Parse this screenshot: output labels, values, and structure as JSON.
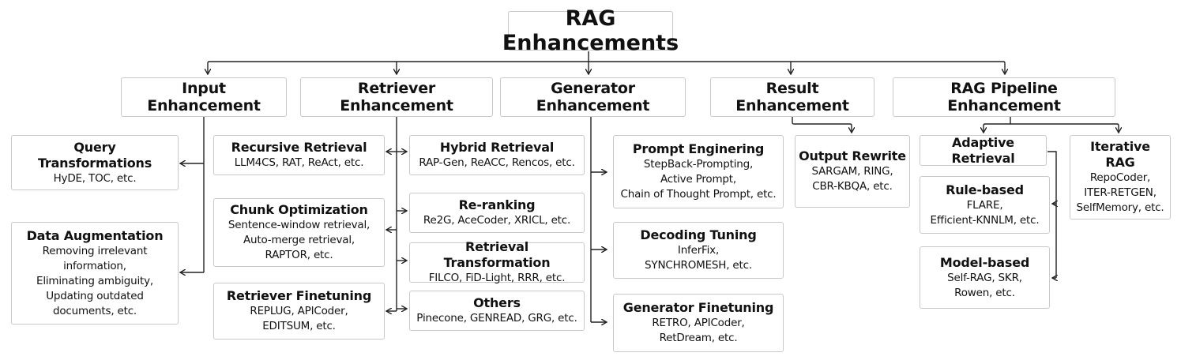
{
  "root": {
    "label": "RAG Enhancements"
  },
  "categories": [
    {
      "label": "Input Enhancement"
    },
    {
      "label": "Retriever Enhancement"
    },
    {
      "label": "Generator Enhancement"
    },
    {
      "label": "Result Enhancement"
    },
    {
      "label": "RAG Pipeline Enhancement"
    }
  ],
  "input": [
    {
      "title": "Query Transformations",
      "desc": "HyDE, TOC, etc."
    },
    {
      "title": "Data Augmentation",
      "desc": "Removing irrelevant\ninformation,\nEliminating ambiguity,\nUpdating outdated\ndocuments, etc."
    }
  ],
  "retriever_left": [
    {
      "title": "Recursive Retrieval",
      "desc": "LLM4CS, RAT, ReAct, etc."
    },
    {
      "title": "Chunk Optimization",
      "desc": "Sentence-window retrieval,\nAuto-merge retrieval,\nRAPTOR, etc."
    },
    {
      "title": "Retriever Finetuning",
      "desc": "REPLUG, APICoder,\nEDITSUM, etc."
    }
  ],
  "retriever_right": [
    {
      "title": "Hybrid Retrieval",
      "desc": "RAP-Gen, ReACC,  Rencos, etc."
    },
    {
      "title": "Re-ranking",
      "desc": "Re2G, AceCoder, XRICL, etc."
    },
    {
      "title": "Retrieval Transformation",
      "desc": "FILCO, FiD-Light, RRR, etc."
    },
    {
      "title": "Others",
      "desc": "Pinecone, GENREAD, GRG, etc."
    }
  ],
  "generator": [
    {
      "title": "Prompt Enginering",
      "desc": "StepBack-Prompting,\nActive Prompt,\nChain of Thought Prompt, etc."
    },
    {
      "title": "Decoding Tuning",
      "desc": "InferFix,\nSYNCHROMESH, etc."
    },
    {
      "title": "Generator Finetuning",
      "desc": "RETRO, APICoder,\nRetDream, etc."
    }
  ],
  "result": [
    {
      "title": "Output Rewrite",
      "desc": "SARGAM, RING,\nCBR-KBQA, etc."
    }
  ],
  "pipeline": {
    "adaptive": {
      "title": "Adaptive Retrieval"
    },
    "rule": {
      "title": "Rule-based",
      "desc": "FLARE,\nEfficient-KNNLM, etc."
    },
    "model": {
      "title": "Model-based",
      "desc": "Self-RAG, SKR,\nRowen, etc."
    },
    "iterative": {
      "title": "Iterative RAG",
      "desc": "RepoCoder,\nITER-RETGEN,\nSelfMemory, etc."
    }
  }
}
